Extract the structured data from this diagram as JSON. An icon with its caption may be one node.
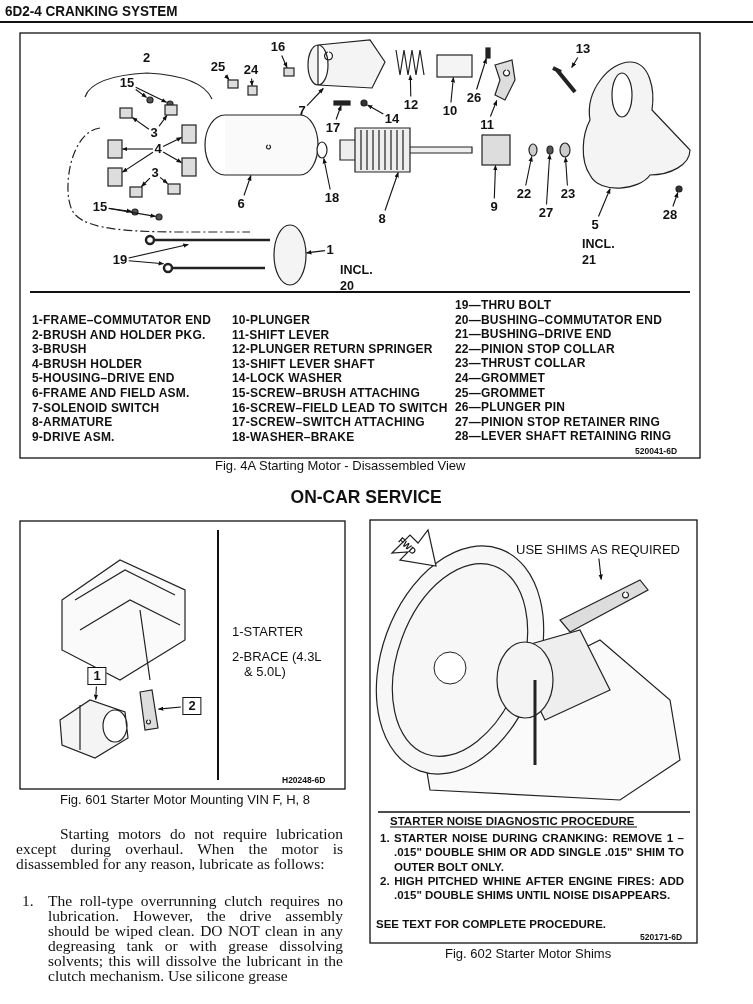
{
  "diagram": {
    "title": "6D2-4 CRANKING SYSTEM",
    "nodes": [
      {
        "text": [
          "15"
        ]
      },
      {
        "text": [
          "25"
        ]
      },
      {
        "text": [
          "24"
        ]
      },
      {
        "text": [
          "16"
        ]
      },
      {
        "text": [
          "7"
        ]
      },
      {
        "text": [
          "17"
        ]
      },
      {
        "text": [
          "14"
        ]
      },
      {
        "text": [
          "12"
        ]
      },
      {
        "text": [
          "10"
        ]
      },
      {
        "text": [
          "26"
        ]
      },
      {
        "text": [
          "11"
        ]
      },
      {
        "text": [
          "13"
        ]
      },
      {
        "text": [
          "3"
        ]
      },
      {
        "text": [
          "4"
        ]
      },
      {
        "text": [
          "3"
        ]
      },
      {
        "text": [
          "15"
        ]
      },
      {
        "text": [
          "6"
        ]
      },
      {
        "text": [
          "18"
        ]
      },
      {
        "text": [
          "8"
        ]
      },
      {
        "text": [
          "9"
        ]
      },
      {
        "text": [
          "22"
        ]
      },
      {
        "text": [
          "27"
        ]
      },
      {
        "text": [
          "23"
        ]
      },
      {
        "text": [
          "5"
        ],
        "beside": [
          "INCL. 21"
        ]
      },
      {
        "text": [
          "28"
        ]
      },
      {
        "text": [
          "19"
        ]
      },
      {
        "text": [
          "1"
        ],
        "beside": [
          "INCL. 20"
        ]
      },
      {
        "text": [
          "1"
        ]
      },
      {
        "text": [
          "2"
        ]
      },
      {
        "text": [
          "USE SHIMS AS REQUIRED"
        ]
      },
      {
        "text": [],
        "shape": "circle"
      },
      {
        "text": [],
        "shape": "circle"
      },
      {
        "text": [],
        "shape": "box"
      },
      {
        "text": [],
        "shape": "box"
      },
      {
        "text": [],
        "shape": "box"
      },
      {
        "text": [],
        "shape": "picture"
      },
      {
        "text": [],
        "shape": "box"
      },
      {
        "text": [],
        "shape": "circle"
      },
      {
        "text": [],
        "shape": "picture"
      },
      {
        "text": [],
        "shape": "box"
      },
      {
        "text": [],
        "shape": "box"
      },
      {
        "text": [],
        "shape": "picture"
      },
      {
        "text": [],
        "shape": "picture"
      },
      {
        "text": [],
        "shape": "box"
      },
      {
        "text": [],
        "shape": "box"
      },
      {
        "text": [],
        "shape": "box"
      },
      {
        "text": [],
        "shape": "box"
      },
      {
        "text": [],
        "shape": "box"
      },
      {
        "text": [],
        "shape": "box"
      },
      {
        "text": [],
        "shape": "box"
      },
      {
        "text": [],
        "shape": "box"
      },
      {
        "text": [],
        "shape": "circle"
      },
      {
        "text": [],
        "shape": "circle"
      },
      {
        "text": [],
        "shape": "picture"
      },
      {
        "text": [],
        "shape": "circle"
      },
      {
        "text": [],
        "shape": "picture"
      },
      {
        "text": [],
        "shape": "box"
      },
      {
        "text": [],
        "shape": "circle"
      },
      {
        "text": [],
        "shape": "circle"
      },
      {
        "text": [],
        "shape": "circle"
      },
      {
        "text": [],
        "shape": "picture"
      },
      {
        "text": [],
        "shape": "circle"
      },
      {
        "text": [],
        "shape": "picture"
      },
      {
        "text": [],
        "shape": "picture"
      },
      {
        "text": [],
        "shape": "circle"
      },
      {
        "text": [],
        "shape": "picture"
      },
      {
        "text": [],
        "shape": "picture"
      },
      {
        "text": [],
        "shape": "picture"
      }
    ],
    "edges": [
      {
        "from": 0,
        "to": 30,
        "arrow": "to"
      },
      {
        "from": 0,
        "to": 31,
        "arrow": "to"
      },
      {
        "from": 1,
        "to": 32,
        "arrow": "to"
      },
      {
        "from": 2,
        "to": 33,
        "arrow": "to"
      },
      {
        "from": 3,
        "to": 34,
        "arrow": "to"
      },
      {
        "from": 4,
        "to": 35,
        "arrow": "to"
      },
      {
        "from": 5,
        "to": 36,
        "arrow": "to"
      },
      {
        "from": 6,
        "to": 37,
        "arrow": "to"
      },
      {
        "from": 7,
        "to": 38,
        "arrow": "to"
      },
      {
        "from": 8,
        "to": 39,
        "arrow": "to"
      },
      {
        "from": 9,
        "to": 40,
        "arrow": "to"
      },
      {
        "from": 10,
        "to": 41,
        "arrow": "to"
      },
      {
        "from": 11,
        "to": 42,
        "arrow": "to"
      },
      {
        "from": 12,
        "to": 43,
        "arrow": "to"
      },
      {
        "from": 12,
        "to": 44,
        "arrow": "to"
      },
      {
        "from": 13,
        "to": 45,
        "arrow": "to"
      },
      {
        "from": 13,
        "to": 46,
        "arrow": "to"
      },
      {
        "from": 13,
        "to": 47,
        "arrow": "to"
      },
      {
        "from": 13,
        "to": 48,
        "arrow": "to"
      },
      {
        "from": 14,
        "to": 49,
        "arrow": "to"
      },
      {
        "from": 14,
        "to": 50,
        "arrow": "to"
      },
      {
        "from": 15,
        "to": 51,
        "arrow": "to"
      },
      {
        "from": 15,
        "to": 52,
        "arrow": "to"
      },
      {
        "from": 16,
        "to": 53,
        "arrow": "to"
      },
      {
        "from": 17,
        "to": 54,
        "arrow": "to"
      },
      {
        "from": 18,
        "to": 55,
        "arrow": "to"
      },
      {
        "from": 19,
        "to": 56,
        "arrow": "to"
      },
      {
        "from": 20,
        "to": 57,
        "arrow": "to"
      },
      {
        "from": 21,
        "to": 58,
        "arrow": "to"
      },
      {
        "from": 22,
        "to": 59,
        "arrow": "to"
      },
      {
        "from": 23,
        "to": 60,
        "arrow": "to"
      },
      {
        "from": 24,
        "to": 61,
        "arrow": "to"
      },
      {
        "from": 25,
        "to": 62,
        "arrow": "to"
      },
      {
        "from": 25,
        "to": 63,
        "arrow": "to"
      },
      {
        "from": 26,
        "to": 64,
        "arrow": "to"
      },
      {
        "from": 27,
        "to": 65,
        "arrow": "to"
      },
      {
        "from": 28,
        "to": 66,
        "arrow": "to"
      },
      {
        "from": 29,
        "to": 67,
        "arrow": "to"
      }
    ],
    "labels": [
      "2",
      "1-FRAME–COMMUTATOR END",
      "2-BRUSH AND HOLDER PKG.",
      "3-BRUSH",
      "4-BRUSH HOLDER",
      "5-HOUSING–DRIVE END",
      "6-FRAME AND FIELD ASM.",
      "7-SOLENOID SWITCH",
      "8-ARMATURE",
      "9-DRIVE ASM.",
      "10-PLUNGER",
      "11-SHIFT LEVER",
      "12-PLUNGER RETURN SPRINGER",
      "13-SHIFT LEVER SHAFT",
      "14-LOCK WASHER",
      "15-SCREW–BRUSH ATTACHING",
      "16-SCREW–FIELD LEAD TO SWITCH",
      "17-SCREW–SWITCH ATTACHING",
      "18-WASHER–BRAKE",
      "19—THRU BOLT",
      "20—BUSHING–COMMUTATOR END",
      "21—BUSHING–DRIVE END",
      "22—PINION STOP COLLAR",
      "23—THRUST COLLAR",
      "24—GROMMET",
      "25—GROMMET",
      "26—PLUNGER PIN",
      "27—PINION STOP RETAINER RING",
      "28—LEVER SHAFT RETAINING RING",
      "520041-6D",
      "Fig. 4A Starting Motor - Disassembled View",
      "ON-CAR SERVICE",
      "1-STARTER",
      "2-BRACE (4.3L & 5.0L)",
      "H20248-6D",
      "Fig. 601 Starter Motor Mounting VIN F, H, 8",
      "FWD",
      "STARTER NOISE DIAGNOSTIC PROCEDURE",
      "1. STARTER NOISE DURING CRANKING: REMOVE 1 – .015\" DOUBLE SHIM OR ADD SINGLE .015\" SHIM TO OUTER BOLT ONLY.",
      "2. HIGH PITCHED WHINE AFTER ENGINE FIRES: ADD .015\" DOUBLE SHIMS UNTIL NOISE DISAPPEARS.",
      "SEE TEXT FOR COMPLETE PROCEDURE.",
      "520171-6D",
      "Fig. 602 Starter Motor Shims",
      "Starting motors do not require lubrication except during overhaul. When the motor is disassembled for any reason, lubricate as follows:",
      "1.",
      "The roll-type overrunning clutch requires no lubrication. However, the drive assembly should be wiped clean. DO NOT clean in any degreasing tank or with grease dissolving solvents; this will dissolve the lubricant in the clutch mechanism. Use silicone grease"
    ]
  }
}
